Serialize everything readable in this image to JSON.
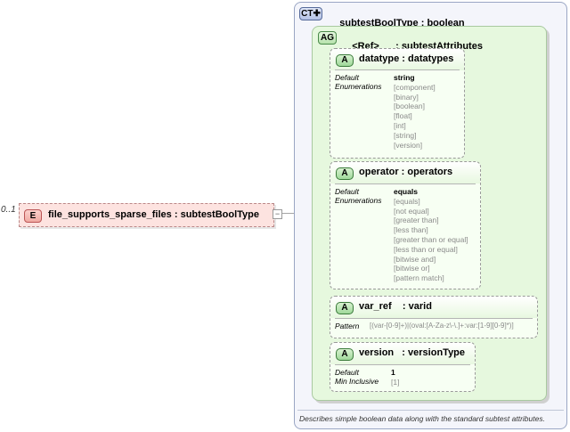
{
  "element": {
    "occurrence": "0..1",
    "badge": "E",
    "name": "file_supports_sparse_files",
    "type": "subtestBoolType"
  },
  "complex_type": {
    "badge": "CT",
    "name": "subtestBoolType",
    "base": "boolean",
    "description": "Describes simple boolean data along with the standard subtest attributes."
  },
  "attribute_group": {
    "badge": "AG",
    "name": "<Ref>",
    "ref": "subtestAttributes"
  },
  "attributes": [
    {
      "badge": "A",
      "name": "datatype",
      "type": "datatypes",
      "default_label": "Default",
      "default_value": "string",
      "list_label": "Enumerations",
      "list_values": [
        "[component]",
        "[binary]",
        "[boolean]",
        "[float]",
        "[int]",
        "[string]",
        "[version]"
      ]
    },
    {
      "badge": "A",
      "name": "operator",
      "type": "operators",
      "default_label": "Default",
      "default_value": "equals",
      "list_label": "Enumerations",
      "list_values": [
        "[equals]",
        "[not equal]",
        "[greater than]",
        "[less than]",
        "[greater than or equal]",
        "[less than or equal]",
        "[bitwise and]",
        "[bitwise or]",
        "[pattern match]"
      ]
    },
    {
      "badge": "A",
      "name": "var_ref",
      "type": "varid",
      "pattern_label": "Pattern",
      "pattern_value": "[(var-[0-9]+)|(oval:[A-Za-z\\-\\.]+:var:[1-9][0-9]*)]"
    },
    {
      "badge": "A",
      "name": "version",
      "type": "versionType",
      "default_label": "Default",
      "default_value": "1",
      "list_label": "Min Inclusive",
      "list_values": [
        "[1]"
      ]
    }
  ],
  "colors": {
    "element_fill": "#fde0dc",
    "element_border": "#c88",
    "ct_badge": "#cfd8f0",
    "group_fill": "#e6f7dc",
    "attr_badge": "#a8dca0"
  }
}
